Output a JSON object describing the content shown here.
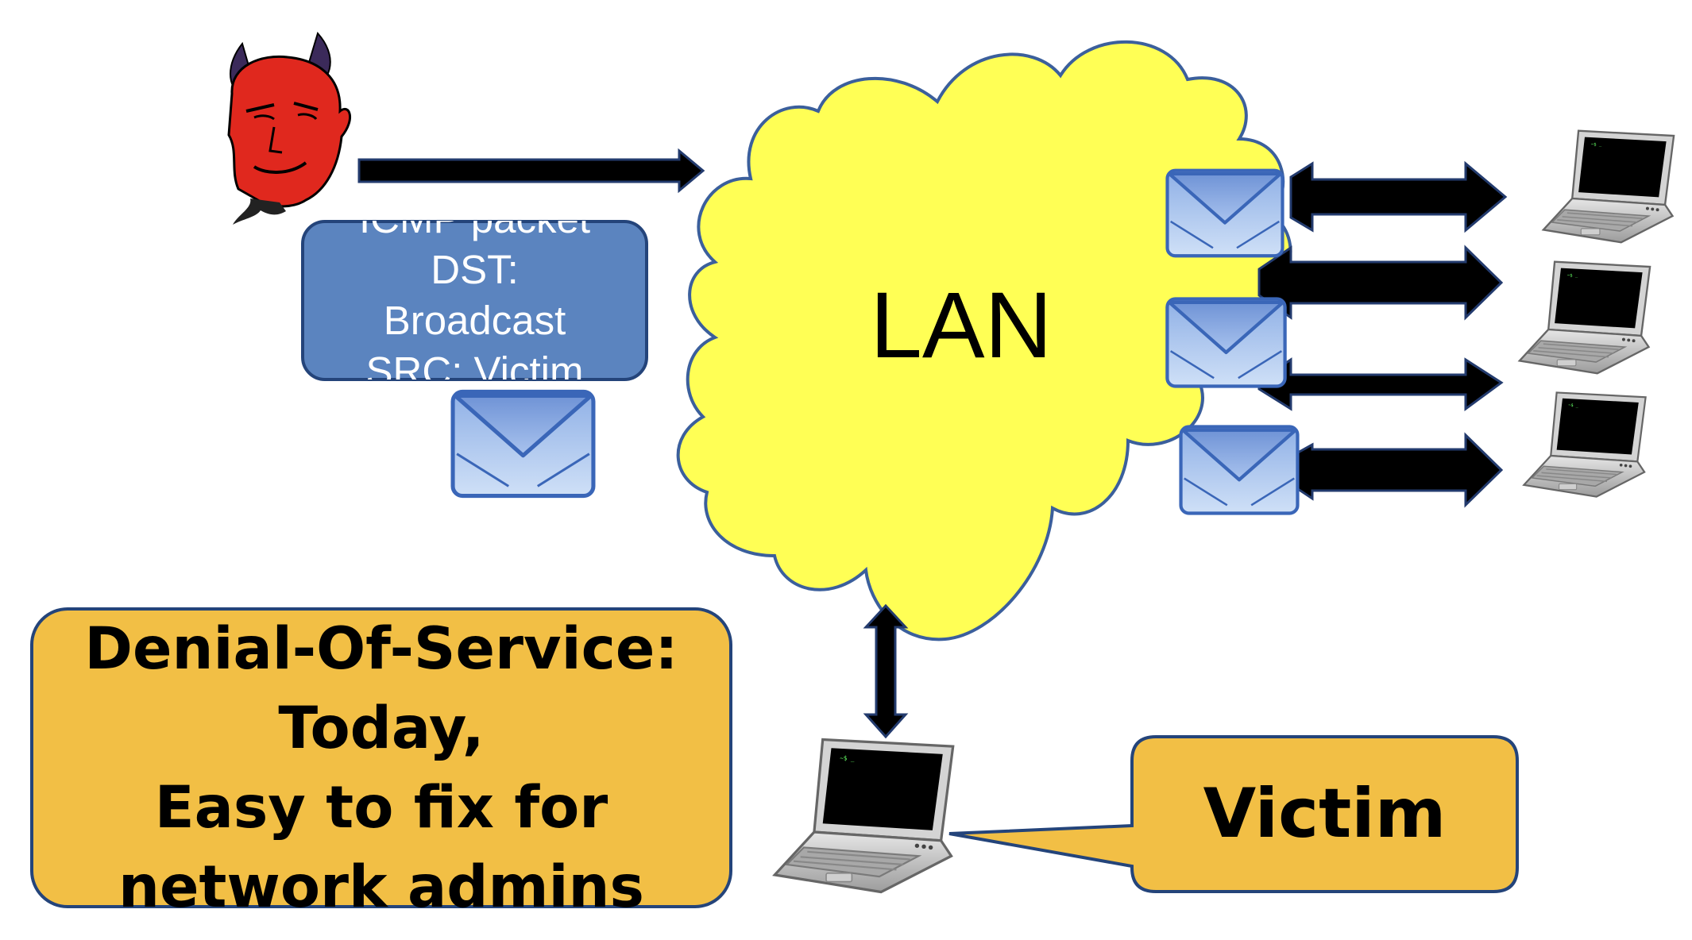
{
  "packet_box": {
    "lines": [
      "ICMP packet",
      "DST:",
      "Broadcast",
      "SRC: Victim"
    ]
  },
  "cloud": {
    "label": "LAN"
  },
  "dos_box": {
    "lines": [
      "Denial-Of-Service:",
      "Today,",
      "Easy to fix for",
      "network admins"
    ]
  },
  "victim_callout": {
    "label": "Victim"
  },
  "colors": {
    "cloud_fill": "#ffff55",
    "packet_box": "#5b84bf",
    "callout_fill": "#f2bf45",
    "envelope": "#9ab8e6",
    "arrow": "#000000"
  },
  "icons": [
    "devil-icon",
    "envelope-icon",
    "laptop-icon"
  ]
}
